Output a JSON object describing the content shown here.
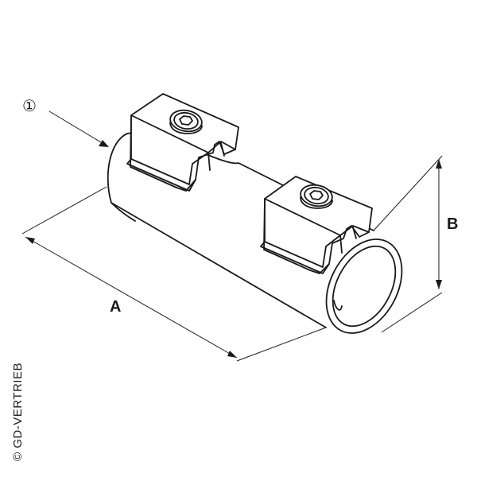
{
  "callout": {
    "marker": "①"
  },
  "dimensions": {
    "length_label": "A",
    "diameter_label": "B"
  },
  "footer": {
    "copyright": "© GD-VERTRIEB"
  },
  "colors": {
    "line": "#1a1a1a",
    "fill": "#ffffff"
  }
}
